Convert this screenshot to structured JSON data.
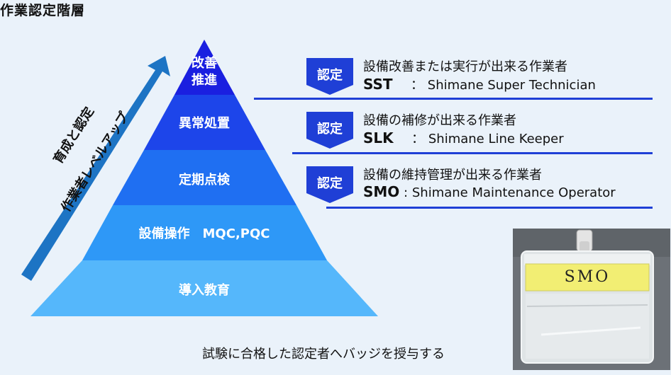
{
  "title": "作業認定階層",
  "pyramid": {
    "tiers": [
      {
        "label_line1": "改善",
        "label_line2": "推進",
        "color": "#1a1fe0"
      },
      {
        "label": "異常処置",
        "color": "#1d45ea"
      },
      {
        "label": "定期点検",
        "color": "#1f6ff2"
      },
      {
        "label": "設備操作　MQC,PQC",
        "color": "#2e98f7"
      },
      {
        "label": "導入教育",
        "color": "#55b7fb"
      }
    ]
  },
  "arrow": {
    "line1": "育成と認定",
    "line2": "作業者レベルアップ",
    "color": "#1d74c4"
  },
  "certifications": [
    {
      "badge": "認定",
      "description": "設備改善または実行が出来る作業者",
      "code": "SST",
      "separator": "：",
      "full_name": "Shimane Super Technician"
    },
    {
      "badge": "認定",
      "description": "設備の補修が出来る作業者",
      "code": "SLK",
      "separator": "：",
      "full_name": "Shimane Line Keeper"
    },
    {
      "badge": "認定",
      "description": "設備の維持管理が出来る作業者",
      "code": "SMO",
      "separator": ":",
      "full_name": "Shimane Maintenance Operator"
    }
  ],
  "badge_color": "#1f3fd6",
  "photo": {
    "badge_text": "SMO",
    "badge_color": "#f2ee73"
  },
  "footer": "試験に合格した認定者へバッジを授与する"
}
